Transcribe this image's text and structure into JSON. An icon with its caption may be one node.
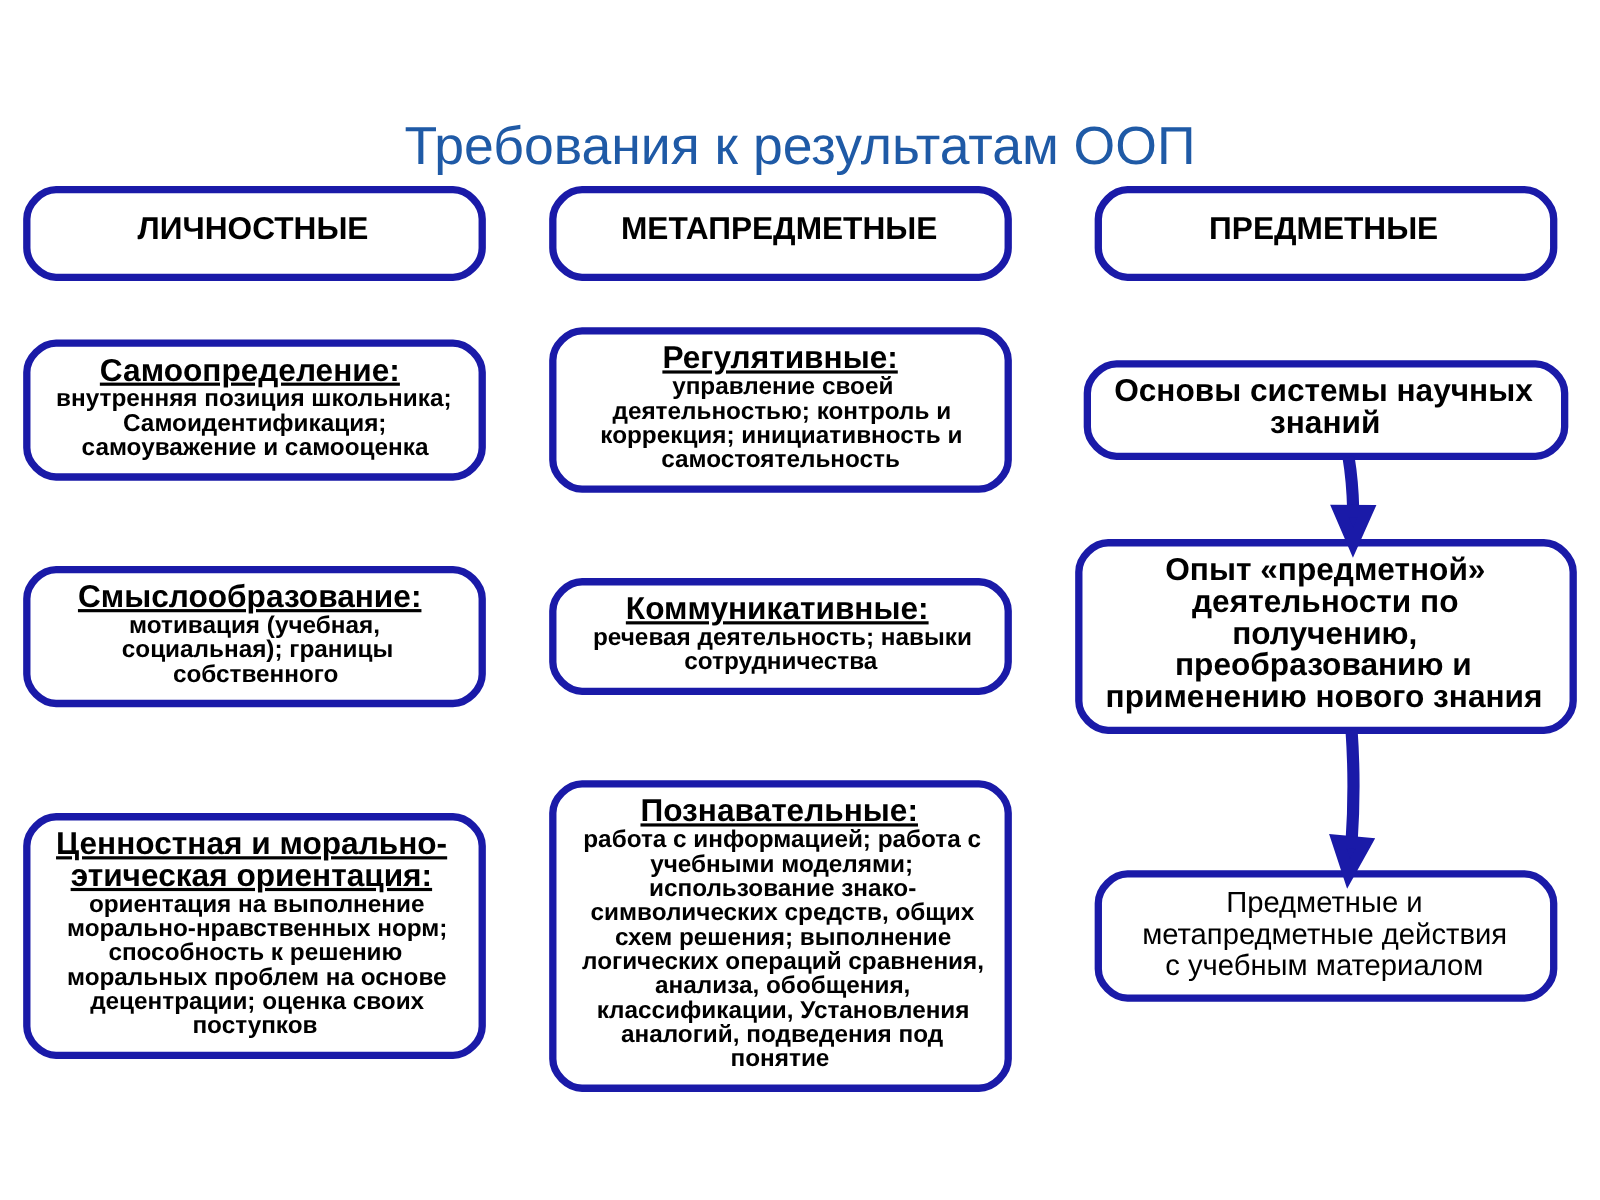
{
  "diagram": {
    "title": "Требования к результатам ООП",
    "nodes": [
      {
        "text": [
          "ЛИЧНОСТНЫЕ"
        ]
      },
      {
        "text": [
          "МЕТАПРЕДМЕТНЫЕ"
        ]
      },
      {
        "text": [
          "ПРЕДМЕТНЫЕ"
        ]
      },
      {
        "text": [
          "Самоопределение:",
          "внутренняя позиция школьника; Самоидентификация; самоуважение и самооценка"
        ]
      },
      {
        "text": [
          "Регулятивные:",
          "управление своей деятельностью; контроль и коррекция; инициативность и самостоятельность"
        ]
      },
      {
        "text": [
          "Основы системы научных знаний"
        ]
      },
      {
        "text": [
          "Смыслообразование:",
          "мотивация (учебная, социальная); границы собственного"
        ]
      },
      {
        "text": [
          "Коммуникативные:",
          "речевая деятельность; навыки сотрудничества"
        ]
      },
      {
        "text": [
          "Опыт «предметной» деятельности по получению, преобразованию и применению нового знания"
        ]
      },
      {
        "text": [
          "Ценностная и морально-этическая ориентация:",
          "ориентация на выполнение морально-нравственных норм; способность к решению моральных проблем на основе децентрации; оценка своих поступков"
        ]
      },
      {
        "text": [
          "Познавательные:",
          "работа с информацией; работа с учебными моделями; использование знако-символических средств, общих схем решения; выполнение логических операций сравнения,  анализа, обобщения, классификации, Установления аналогий, подведения под понятие"
        ]
      },
      {
        "text": [
          "Предметные и метапредметные действия с учебным материалом"
        ]
      }
    ],
    "edges": [
      {
        "from": 5,
        "to": 8,
        "arrow": "to"
      },
      {
        "from": 8,
        "to": 11,
        "arrow": "to"
      }
    ]
  }
}
